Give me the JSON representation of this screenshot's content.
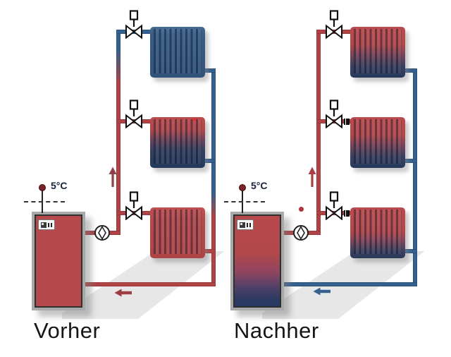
{
  "diagram": {
    "type": "heating-system-hydraulic-balancing-comparison",
    "systems": [
      {
        "id": "vorher",
        "label": "Vorher",
        "sensor_label": "5°C",
        "radiator_states": [
          "cold",
          "hot-top-cold-bottom",
          "fully-hot"
        ],
        "supply_riser_state": "red-below-blue-above",
        "return_pipe_state": "blue-above-red-below",
        "boiler_state": "fully-hot",
        "flow_arrows": [
          "up-on-riser",
          "left-on-return"
        ],
        "valve_presets": [
          false,
          false,
          false
        ],
        "indicator_dot": "on-middle-radiator-top-right"
      },
      {
        "id": "nachher",
        "label": "Nachher",
        "sensor_label": "5°C",
        "radiator_states": [
          "balanced-gradient",
          "balanced-gradient",
          "balanced-gradient"
        ],
        "supply_riser_state": "fully-red",
        "return_pipe_state": "fully-blue",
        "boiler_state": "hot-top-cool-bottom",
        "flow_arrows": [
          "up-on-riser",
          "left-on-return"
        ],
        "valve_presets": [
          false,
          true,
          true
        ],
        "indicator_dot": "near-supply-line"
      }
    ],
    "colors": {
      "hot_pipe": "#b04345",
      "cold_pipe": "#35618f",
      "radiator_hot": "#b5494b",
      "radiator_cold": "#3a5d85",
      "radiator_cold_dark": "#253a5c",
      "boiler_frame": "#a9a9a9",
      "floor_shadow": "#e7e7e7",
      "label_text": "#151515",
      "sensor_dot": "#7a2328",
      "indicator_red": "#d8352e"
    },
    "icons": [
      "thermostatic-valve-icon",
      "valve-preset-icon",
      "pump-icon",
      "outdoor-sensor-icon",
      "boiler-control-panel-icon",
      "flow-up-arrow-icon",
      "return-left-arrow-icon"
    ]
  }
}
